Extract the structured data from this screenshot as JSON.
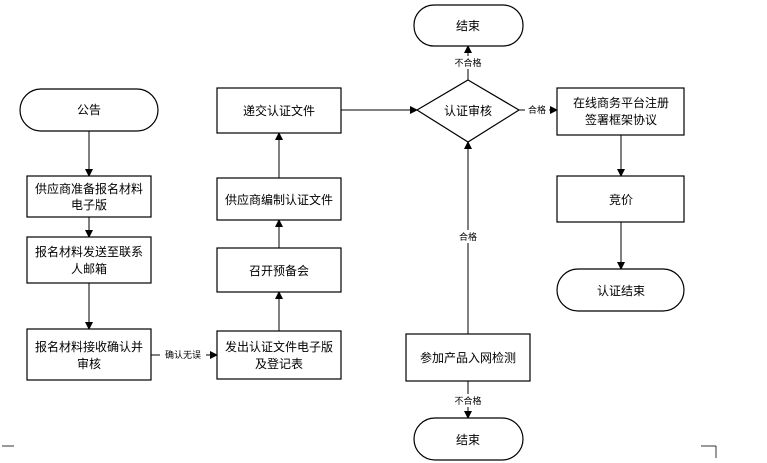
{
  "nodes": {
    "notice": "公告",
    "prep_materials": [
      "供应商准备报名材料",
      "电子版"
    ],
    "send_materials": [
      "报名材料发送至联系",
      "人邮箱"
    ],
    "receive_materials": [
      "报名材料接收确认并",
      "审核"
    ],
    "issue_docs": [
      "发出认证文件电子版",
      "及登记表"
    ],
    "pre_meeting": "召开预备会",
    "compile_docs": "供应商编制认证文件",
    "submit_docs": "递交认证文件",
    "review": "认证审核",
    "end_top": "结束",
    "register": [
      "在线商务平台注册",
      "签署框架协议"
    ],
    "bidding": "竞价",
    "cert_end": "认证结束",
    "network_test": "参加产品入网检测",
    "end_bottom": "结束"
  },
  "edge_labels": {
    "confirm_ok": "确认无误",
    "fail_top": "不合格",
    "pass_right": "合格",
    "pass_up": "合格",
    "fail_bottom": "不合格"
  }
}
